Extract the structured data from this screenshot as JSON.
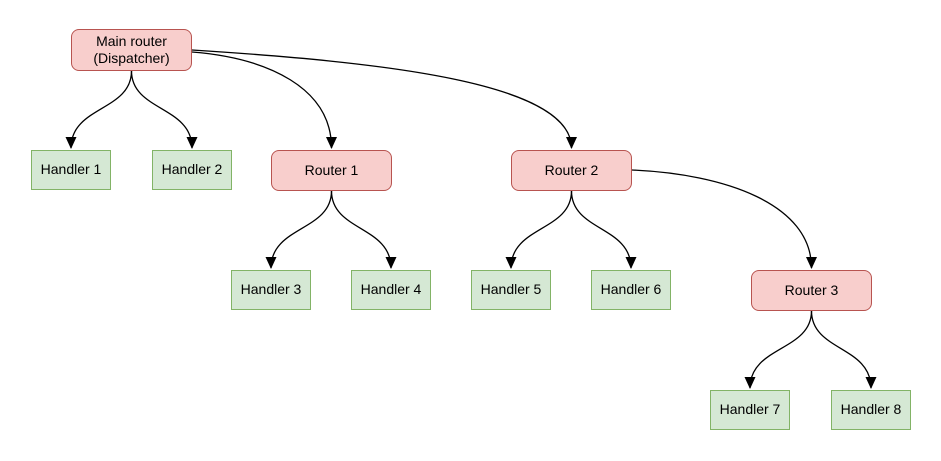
{
  "diagram": {
    "type": "flowchart",
    "background": "#ffffff",
    "palette": {
      "router_fill": "#f8cecc",
      "router_border": "#b85450",
      "handler_fill": "#d5e8d4",
      "handler_border": "#82b366",
      "edge_color": "#000000",
      "text_color": "#000000"
    },
    "nodes": [
      {
        "id": "main-router",
        "kind": "router",
        "label": "Main router\n(Dispatcher)"
      },
      {
        "id": "handler-1",
        "kind": "handler",
        "label": "Handler 1"
      },
      {
        "id": "handler-2",
        "kind": "handler",
        "label": "Handler 2"
      },
      {
        "id": "router-1",
        "kind": "router",
        "label": "Router 1"
      },
      {
        "id": "router-2",
        "kind": "router",
        "label": "Router 2"
      },
      {
        "id": "handler-3",
        "kind": "handler",
        "label": "Handler 3"
      },
      {
        "id": "handler-4",
        "kind": "handler",
        "label": "Handler 4"
      },
      {
        "id": "handler-5",
        "kind": "handler",
        "label": "Handler 5"
      },
      {
        "id": "handler-6",
        "kind": "handler",
        "label": "Handler 6"
      },
      {
        "id": "router-3",
        "kind": "router",
        "label": "Router 3"
      },
      {
        "id": "handler-7",
        "kind": "handler",
        "label": "Handler 7"
      },
      {
        "id": "handler-8",
        "kind": "handler",
        "label": "Handler 8"
      }
    ],
    "edges": [
      {
        "from": "main-router",
        "to": "handler-1"
      },
      {
        "from": "main-router",
        "to": "handler-2"
      },
      {
        "from": "main-router",
        "to": "router-1"
      },
      {
        "from": "main-router",
        "to": "router-2"
      },
      {
        "from": "router-1",
        "to": "handler-3"
      },
      {
        "from": "router-1",
        "to": "handler-4"
      },
      {
        "from": "router-2",
        "to": "handler-5"
      },
      {
        "from": "router-2",
        "to": "handler-6"
      },
      {
        "from": "router-2",
        "to": "router-3"
      },
      {
        "from": "router-3",
        "to": "handler-7"
      },
      {
        "from": "router-3",
        "to": "handler-8"
      }
    ]
  }
}
